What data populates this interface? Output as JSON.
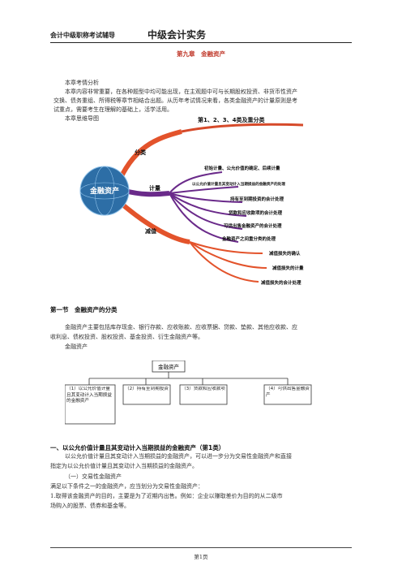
{
  "header": {
    "left": "会计中级职称考试辅导",
    "center": "中级会计实务"
  },
  "chapter_title": "第九章　金融资产",
  "analysis_heading": "本章考情分析",
  "analysis_text_1": "本章内容非常重要，在各种题型中均可能出现，在主观题中可与长期股权投资、非货币性资产",
  "analysis_text_2": "交换、债务重组、所得税等章节相结合出题。从历年考试情况来看，各类金融资产的计量原则是考",
  "analysis_text_3": "试重点，需要考生在理解的基础上，活学活用。",
  "mindmap_heading": "本章思维导图",
  "mindmap": {
    "center": "金融资产",
    "branch_1": "分类",
    "branch_1_leaf": "第1、2、3、4类及重分类",
    "branch_2": "计量",
    "branch_2_leaves": [
      "初始计量、公允价值的确定、后续计量",
      "以公允价值计量且其变动计入当期损益的金融资产的处理",
      "持有至到期投资的会计处理",
      "贷款和应收款项的会计处理",
      "可供出售金融资产的会计处理",
      "金融资产之间重分类的处理"
    ],
    "branch_3": "减值",
    "branch_3_leaves": [
      "减值损失的确认",
      "减值损失的计量",
      "减值损失的会计处理"
    ]
  },
  "section_1_title": "第一节　金融资产的分类",
  "section_1_text_1": "金融资产主要包括库存现金、银行存款、应收账款、应收票据、贷款、垫款、其他应收款、应",
  "section_1_text_2": "收利息、债权投资、股权投资、基金投资、衍生金融资产等。",
  "section_1_text_3": "金融资产",
  "flow": {
    "root": "金融资产",
    "boxes": [
      "（1）以公允价值计量且其变动计入当期损益的金融资产",
      "（2）持有至到期投资",
      "（3）贷款和应收款项",
      "（4）可供出售金融资产"
    ]
  },
  "subsection_title": "一、以公允价值计量且其变动计入当期损益的金融资产（第1类）",
  "sub_text_1": "以公允价值计量且其变动计入当期损益的金融资产，可以进一步分为交易性金融资产和直接",
  "sub_text_2": "指定为以公允价值计量且其变动计入当期损益的金融资产。",
  "sub_text_3": "（一）交易性金融资产",
  "sub_text_4": "满足以下条件之一的金融资产，应当划分为交易性金融资产：",
  "sub_text_5": "1.取得该金融资产的目的，主要是为了近期内出售。例如：企业以赚取差价为目的的从二级市",
  "sub_text_6": "场购入的股票、债券和基金等。",
  "footer": "第1页"
}
